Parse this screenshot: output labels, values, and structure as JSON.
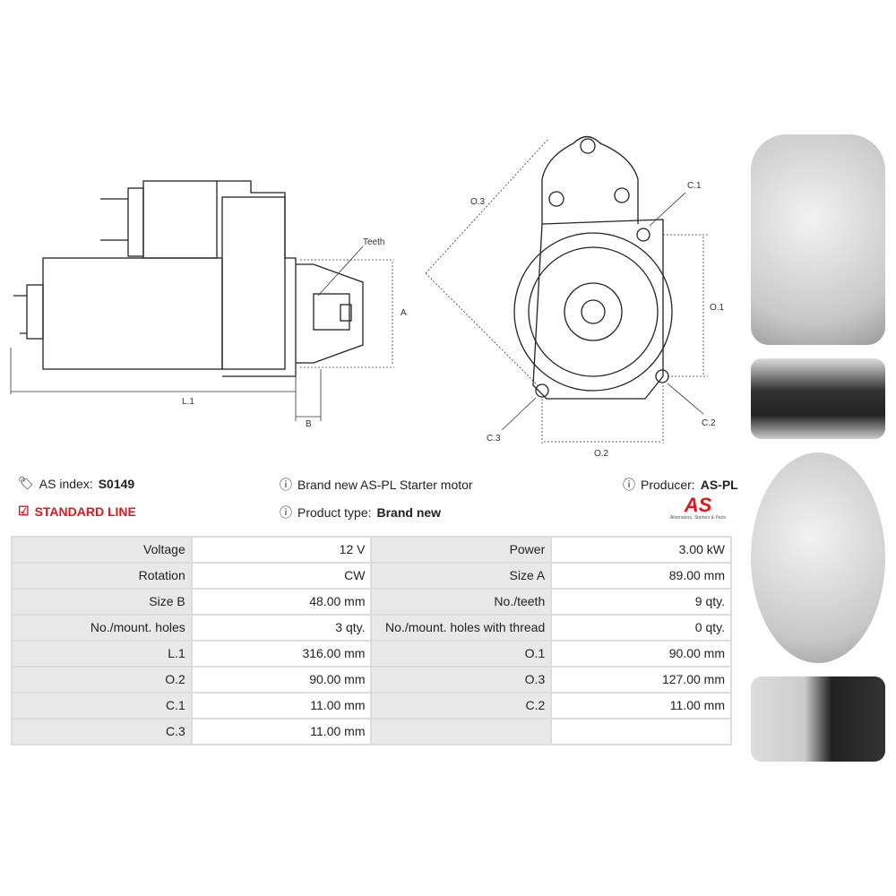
{
  "drawing_labels": {
    "teeth": "Teeth",
    "a": "A",
    "b": "B",
    "l1": "L.1",
    "o1": "O.1",
    "o2": "O.2",
    "o3": "O.3",
    "c1": "C.1",
    "c2": "C.2",
    "c3": "C.3"
  },
  "info": {
    "as_index_label": "AS index:",
    "as_index_value": "S0149",
    "line": "STANDARD LINE",
    "description": "Brand new AS-PL Starter motor",
    "product_type_label": "Product type:",
    "product_type_value": "Brand new",
    "producer_label": "Producer:",
    "producer_value": "AS-PL",
    "logo_text": "AS",
    "logo_tagline": "Alternators, Starters & Parts"
  },
  "specs": [
    [
      "Voltage",
      "12 V",
      "Power",
      "3.00 kW"
    ],
    [
      "Rotation",
      "CW",
      "Size A",
      "89.00 mm"
    ],
    [
      "Size B",
      "48.00 mm",
      "No./teeth",
      "9 qty."
    ],
    [
      "No./mount. holes",
      "3 qty.",
      "No./mount. holes with thread",
      "0 qty."
    ],
    [
      "L.1",
      "316.00 mm",
      "O.1",
      "90.00 mm"
    ],
    [
      "O.2",
      "90.00 mm",
      "O.3",
      "127.00 mm"
    ],
    [
      "C.1",
      "11.00 mm",
      "C.2",
      "11.00 mm"
    ],
    [
      "C.3",
      "11.00 mm",
      "",
      ""
    ]
  ],
  "colors": {
    "accent": "#e3161b",
    "label_bg": "#e8e8e8",
    "border": "#dcdcdc"
  }
}
